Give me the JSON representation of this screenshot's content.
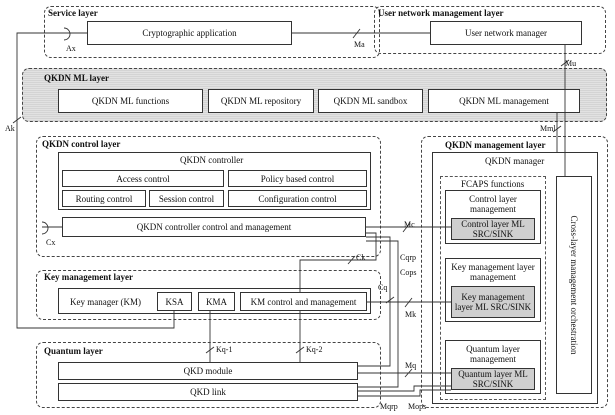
{
  "layers": {
    "service": "Service layer",
    "user_network_mgmt": "User network management layer",
    "ml": "QKDN ML layer",
    "control": "QKDN control layer",
    "key_mgmt": "Key management layer",
    "quantum": "Quantum layer",
    "qkdn_mgmt": "QKDN management layer"
  },
  "boxes": {
    "crypto_app": "Cryptographic application",
    "user_network_manager": "User network manager",
    "ml_functions": "QKDN ML functions",
    "ml_repository": "QKDN ML repository",
    "ml_sandbox": "QKDN ML sandbox",
    "ml_management": "QKDN ML management",
    "qkdn_controller": "QKDN controller",
    "access_control": "Access control",
    "policy_control": "Policy based control",
    "routing_control": "Routing control",
    "session_control": "Session control",
    "config_control": "Configuration control",
    "controller_mgmt": "QKDN controller control and management",
    "key_manager": "Key manager (KM)",
    "ksa": "KSA",
    "kma": "KMA",
    "km_ctrl_mgmt": "KM control and management",
    "qkd_module": "QKD module",
    "qkd_link": "QKD link",
    "qkdn_manager": "QKDN manager",
    "fcaps": "FCAPS functions",
    "control_layer_mgmt": "Control layer management",
    "control_ml": "Control layer ML SRC/SINK",
    "km_layer_mgmt": "Key management layer management",
    "km_ml": "Key management layer ML SRC/SINK",
    "quantum_layer_mgmt": "Quantum layer management",
    "quantum_ml": "Quantum layer ML SRC/SINK",
    "cross_layer": "Cross-layer management orchestration"
  },
  "refs": {
    "ax": "Ax",
    "ma": "Ma",
    "mu": "Mu",
    "ak": "Ak",
    "mml": "Mml",
    "cx": "Cx",
    "mc": "Mc",
    "ck": "Ck",
    "cqrp": "Cqrp",
    "cops": "Cops",
    "cq": "Cq",
    "mk": "Mk",
    "kq1": "Kq-1",
    "kq2": "Kq-2",
    "mq": "Mq",
    "mqrp": "Mqrp",
    "mops": "Mops"
  }
}
